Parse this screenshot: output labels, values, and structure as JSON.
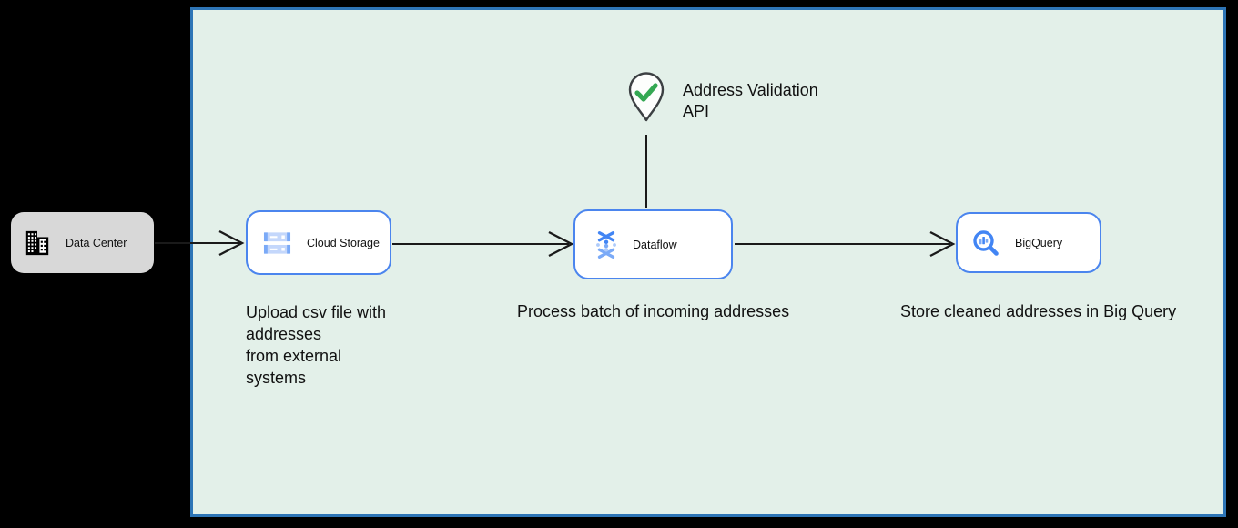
{
  "diagram": {
    "source": {
      "label": "Data Center"
    },
    "nodes": {
      "cloud_storage": {
        "label": "Cloud Storage"
      },
      "dataflow": {
        "label": "Dataflow"
      },
      "bigquery": {
        "label": "BigQuery"
      }
    },
    "api_marker": {
      "label": "Address Validation\nAPI"
    },
    "captions": {
      "cloud_storage": "Upload csv file with\naddresses\nfrom external\nsystems",
      "dataflow": "Process batch of incoming addresses",
      "bigquery": "Store cleaned addresses in Big Query"
    },
    "colors": {
      "canvas_bg": "#000000",
      "panel_bg": "#e3f0e9",
      "panel_border": "#2e75b6",
      "node_border": "#4b85ee",
      "node_bg": "#ffffff",
      "source_bg": "#d8d8d8",
      "connector": "#1a1a1a",
      "check_green": "#34a853",
      "icon_blue": "#4285f4",
      "icon_blue_light": "#aecbfa",
      "icon_blue_mid": "#7baaf7",
      "pin_outline": "#3c4043"
    }
  }
}
